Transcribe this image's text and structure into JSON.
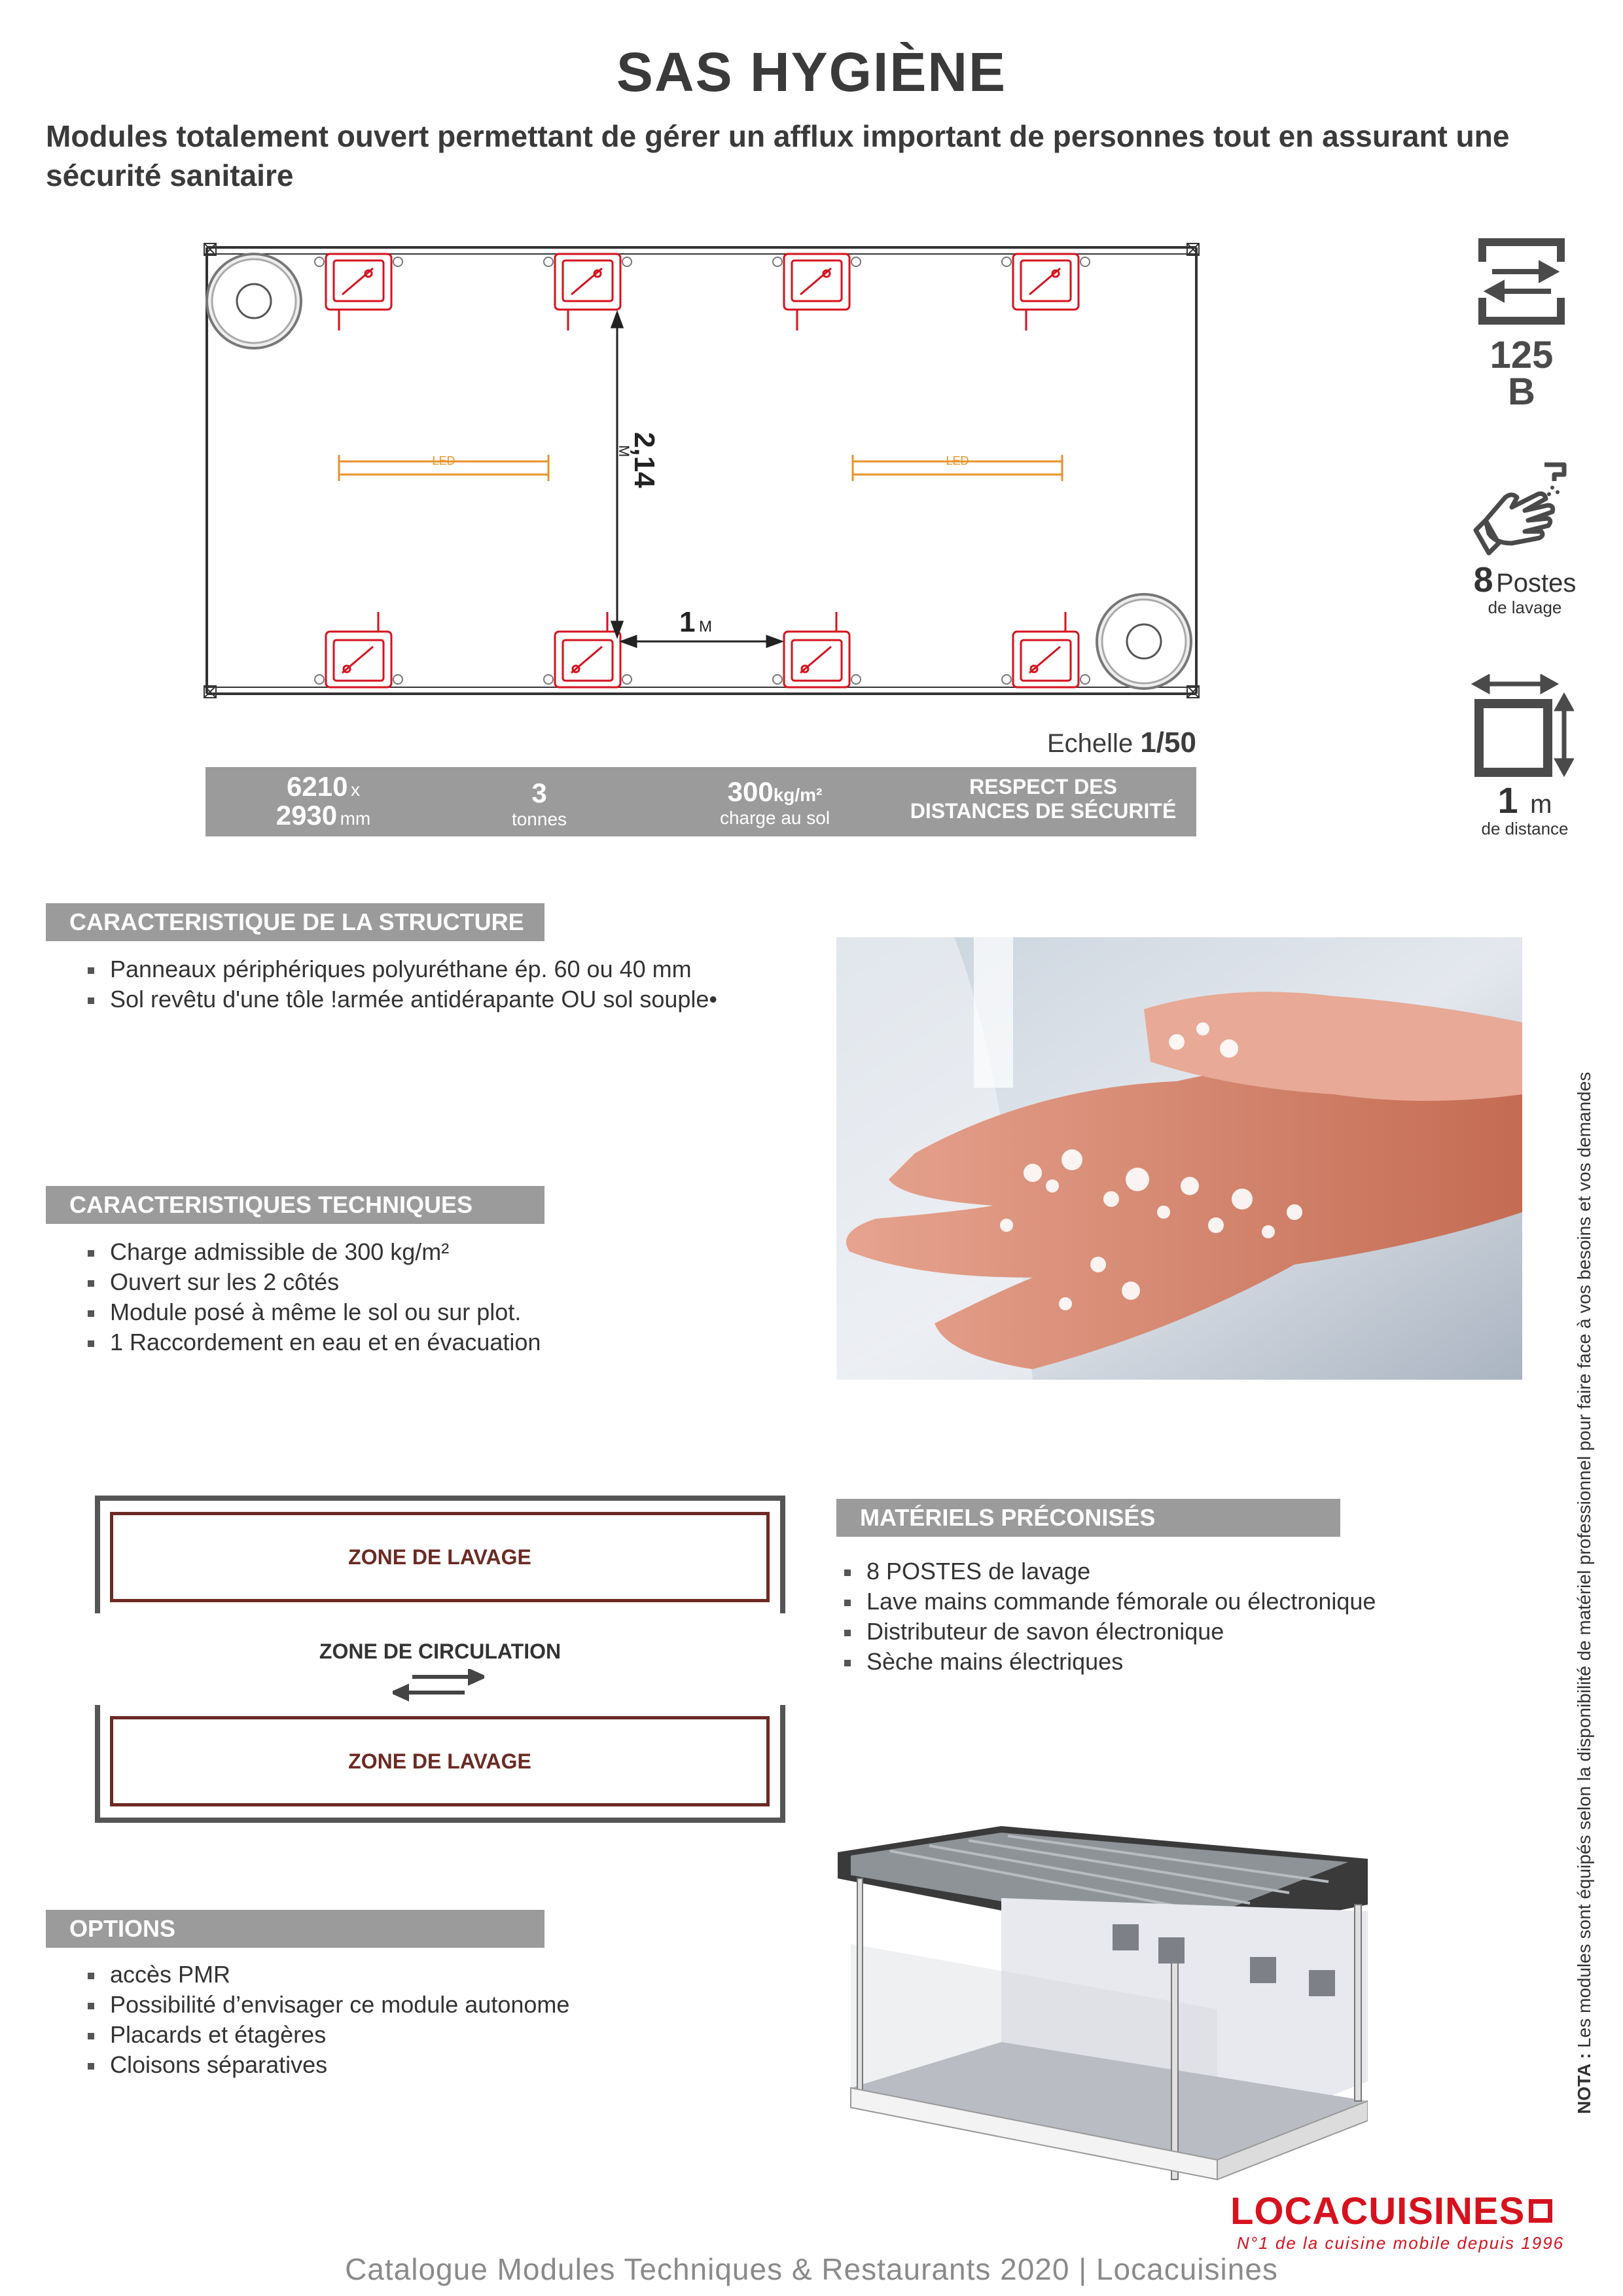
{
  "header": {
    "title": "SAS HYGIÈNE",
    "subtitle": "Modules totalement ouvert permettant de gérer un afflux important de personnes tout en assurant une sécurité sanitaire"
  },
  "plan": {
    "led_label": "LED",
    "dim_vertical_value": "2,14",
    "dim_vertical_unit": "M",
    "dim_horizontal_value": "1",
    "dim_horizontal_unit": "M",
    "scale_label": "Echelle",
    "scale_value": "1/50"
  },
  "specs": {
    "dimensions_width": "6210",
    "dimensions_x": "x",
    "dimensions_height": "2930",
    "dimensions_unit": "mm",
    "weight_value": "3",
    "weight_unit": "tonnes",
    "load_value": "300",
    "load_unit": "kg/m²",
    "load_label": "charge au sol",
    "safety_line1": "RESPECT DES",
    "safety_line2": "DISTANCES DE SÉCURITÉ"
  },
  "side_icons": {
    "size_line1": "125",
    "size_line2": "B",
    "stations_value": "8",
    "stations_unit": "Postes",
    "stations_label": "de lavage",
    "distance_value": "1",
    "distance_unit": "m",
    "distance_label": "de distance"
  },
  "structure": {
    "heading": "CARACTERISTIQUE DE LA STRUCTURE",
    "items": [
      "Panneaux périphériques polyuréthane ép. 60 ou 40 mm",
      "Sol revêtu d'une tôle !armée antidérapante OU sol souple•"
    ]
  },
  "technical": {
    "heading": "CARACTERISTIQUES TECHNIQUES",
    "items": [
      "Charge admissible de 300 kg/m²",
      "Ouvert sur les 2 côtés",
      "Module posé à même le sol ou sur plot.",
      "1 Raccordement en eau et en évacuation"
    ]
  },
  "zones": {
    "wash_top": "ZONE DE LAVAGE",
    "circulation": "ZONE DE CIRCULATION",
    "wash_bottom": "ZONE DE LAVAGE"
  },
  "equipment": {
    "heading": "MATÉRIELS PRÉCONISÉS",
    "items": [
      "8 POSTES de lavage",
      "Lave mains commande fémorale ou électronique",
      "Distributeur de savon électronique",
      "Sèche mains électriques"
    ]
  },
  "options": {
    "heading": "OPTIONS",
    "items": [
      "accès PMR",
      "Possibilité d’envisager ce module autonome",
      "Placards et étagères",
      "Cloisons séparatives"
    ]
  },
  "nota": {
    "label": "NOTA :",
    "text": "Les modules sont équipés selon la disponibilité de matériel professionnel pour  faire face à vos besoins et vos demandes"
  },
  "brand": {
    "name": "LOCACUISINES",
    "tagline": "N°1 de la cuisine mobile depuis 1996",
    "color": "#d6121e"
  },
  "footer": {
    "text": "Catalogue Modules Techniques & Restaurants 2020 | Locacuisines"
  }
}
